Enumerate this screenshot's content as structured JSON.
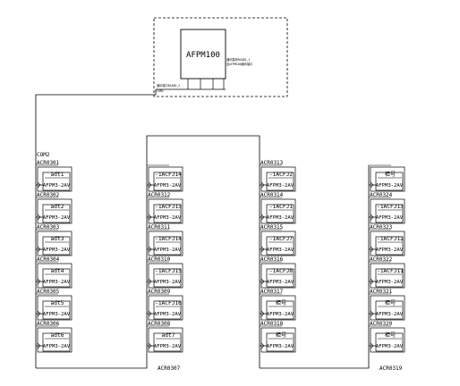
{
  "colors": {
    "line": "#000000",
    "background": "#ffffff"
  },
  "controller": {
    "label": "AFPM100",
    "side_note_1": "通讯模块RS485,1",
    "side_note_2": "至AFPM100通讯端口",
    "bus_label_1": "通讯端口RS485,2",
    "bus_label_2": "COM2"
  },
  "bus_com_label": "COM2",
  "columns": [
    {
      "bottom_label": "",
      "modules": [
        {
          "addr": "ACR0301",
          "name": "adt1",
          "type": "AFPM3-2AV"
        },
        {
          "addr": "ACR0302",
          "name": "adt2",
          "type": "AFPM3-2AV"
        },
        {
          "addr": "ACR0303",
          "name": "adt3",
          "type": "AFPM3-2AV"
        },
        {
          "addr": "ACR0304",
          "name": "adt4",
          "type": "AFPM3-2AV"
        },
        {
          "addr": "ACR0305",
          "name": "adt5",
          "type": "AFPM3-2AV"
        },
        {
          "addr": "ACR0306",
          "name": "adt6",
          "type": "AFPM3-2AV"
        }
      ]
    },
    {
      "bottom_label": "ACR0307",
      "modules": [
        {
          "addr": "",
          "name": "-1ACFJ14",
          "type": "AFPM3-2AV"
        },
        {
          "addr": "ACR0312",
          "name": "-1ACFJ13",
          "type": "AFPM3-2AV"
        },
        {
          "addr": "ACR0311",
          "name": "-1ACFJ14",
          "type": "AFPM3-2AV"
        },
        {
          "addr": "ACR0310",
          "name": "-1ACFJ15",
          "type": "AFPM3-2AV"
        },
        {
          "addr": "ACR0309",
          "name": "-1ACFJ16",
          "type": "AFPM3-2AV"
        },
        {
          "addr": "ACR0308",
          "name": "adt7",
          "type": "AFPM3-2AV"
        }
      ]
    },
    {
      "bottom_label": "",
      "modules": [
        {
          "addr": "ACR0313",
          "name": "-1ACFJ2",
          "type": "AFPM3-2AV"
        },
        {
          "addr": "ACR0314",
          "name": "-1ACFJ1",
          "type": "AFPM3-2AV"
        },
        {
          "addr": "ACR0315",
          "name": "-1ACFJ7",
          "type": "AFPM3-2AV"
        },
        {
          "addr": "ACR0316",
          "name": "-1ACFJ8",
          "type": "AFPM3-2AV"
        },
        {
          "addr": "ACR0317",
          "name": "柜号",
          "type": "AFPM3-2AV"
        },
        {
          "addr": "ACR0318",
          "name": "柜号",
          "type": "AFPM3-2AV"
        }
      ]
    },
    {
      "bottom_label": "ACR0319",
      "modules": [
        {
          "addr": "",
          "name": "柜号",
          "type": "AFPM3-2AV"
        },
        {
          "addr": "ACR0324",
          "name": "-1ACFJ13",
          "type": "AFPM3-2AV"
        },
        {
          "addr": "ACR0323",
          "name": "-1ACFJ12",
          "type": "AFPM3-2AV"
        },
        {
          "addr": "ACR0322",
          "name": "-1ACFJ11",
          "type": "AFPM3-2AV"
        },
        {
          "addr": "ACR0321",
          "name": "柜号",
          "type": "AFPM3-2AV"
        },
        {
          "addr": "ACR0320",
          "name": "柜号",
          "type": "AFPM3-2AV"
        }
      ]
    }
  ]
}
